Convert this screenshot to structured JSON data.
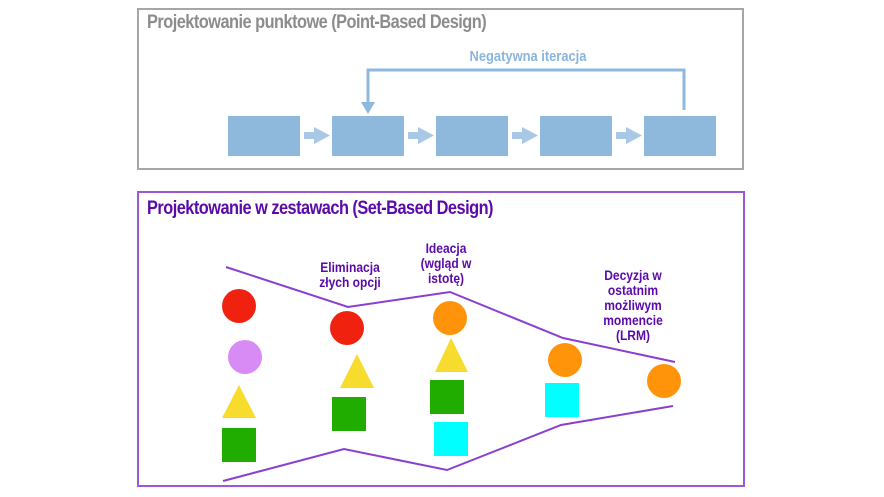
{
  "colors": {
    "point_border": "#a6a6a6",
    "point_title": "#8c8c8c",
    "process_box": "#8fb8dd",
    "set_border": "#9b59d6",
    "set_title": "#5a0aa8",
    "funnel_line": "#8a3fd1",
    "red": "#f0220f",
    "violet": "#d88af5",
    "yellow": "#f7dc2e",
    "green": "#20ad00",
    "orange": "#ff930a",
    "cyan": "#00ffff"
  },
  "point_based": {
    "title": "Projektowanie punktowe (Point-Based Design)",
    "feedback_label": "Negatywna iteracja",
    "steps": [
      {
        "id": "step-1"
      },
      {
        "id": "step-2"
      },
      {
        "id": "step-3"
      },
      {
        "id": "step-4"
      },
      {
        "id": "step-5"
      }
    ],
    "feedback": {
      "from": "step-5",
      "to": "step-2"
    }
  },
  "set_based": {
    "title": "Projektowanie w zestawach (Set-Based Design)",
    "stage_labels": {
      "elimination": [
        "Eliminacja",
        "złych opcji"
      ],
      "ideation": [
        "Ideacja",
        "(wgląd w",
        "istotę)"
      ],
      "decision": [
        "Decyzja w",
        "ostatnim",
        "możliwym",
        "momencie",
        "(LRM)"
      ]
    },
    "stages": [
      {
        "name": "initial-options",
        "shapes": [
          "red-circle",
          "violet-circle",
          "yellow-triangle",
          "green-square"
        ]
      },
      {
        "name": "after-elimination",
        "shapes": [
          "red-circle",
          "yellow-triangle",
          "green-square"
        ]
      },
      {
        "name": "after-ideation",
        "shapes": [
          "orange-circle",
          "yellow-triangle",
          "green-square",
          "cyan-square"
        ]
      },
      {
        "name": "narrowing",
        "shapes": [
          "orange-circle",
          "cyan-square"
        ]
      },
      {
        "name": "final-decision",
        "shapes": [
          "orange-circle"
        ]
      }
    ]
  }
}
